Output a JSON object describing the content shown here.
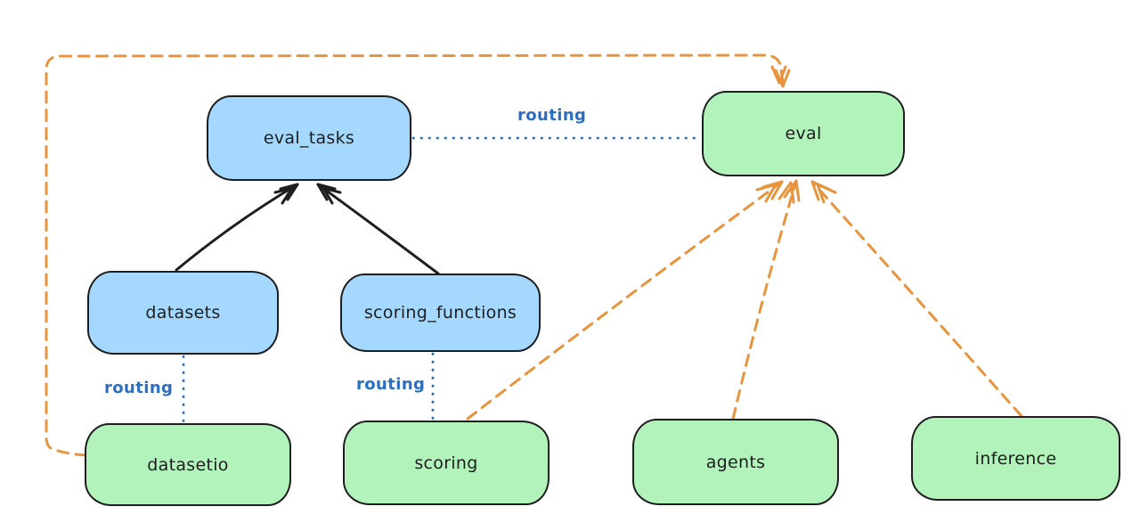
{
  "diagram": {
    "type": "architecture-diagram",
    "background": "#ffffff",
    "colors": {
      "blue_node_fill": "#a5d8ff",
      "green_node_fill": "#b2f2bb",
      "node_outline": "#1e1e1e",
      "routing_blue": "#2b6fc4",
      "arrow_orange": "#e8943d",
      "arrow_black": "#1e1e1e"
    },
    "nodes": {
      "eval_tasks": {
        "label": "eval_tasks",
        "fill": "#a5d8ff"
      },
      "eval": {
        "label": "eval",
        "fill": "#b2f2bb"
      },
      "datasets": {
        "label": "datasets",
        "fill": "#a5d8ff"
      },
      "scoring_functions": {
        "label": "scoring_functions",
        "fill": "#a5d8ff"
      },
      "datasetio": {
        "label": "datasetio",
        "fill": "#b2f2bb"
      },
      "scoring": {
        "label": "scoring",
        "fill": "#b2f2bb"
      },
      "agents": {
        "label": "agents",
        "fill": "#b2f2bb"
      },
      "inference": {
        "label": "inference",
        "fill": "#b2f2bb"
      }
    },
    "edges": {
      "eval_tasks_to_eval": {
        "from": "eval_tasks",
        "to": "eval",
        "style": "dotted",
        "color": "blue",
        "label": "routing"
      },
      "datasets_to_datasetio": {
        "from": "datasets",
        "to": "datasetio",
        "style": "dotted",
        "color": "blue",
        "label": "routing"
      },
      "scoring_functions_to_scoring": {
        "from": "scoring_functions",
        "to": "scoring",
        "style": "dotted",
        "color": "blue",
        "label": "routing"
      },
      "datasets_to_eval_tasks": {
        "from": "datasets",
        "to": "eval_tasks",
        "style": "solid-arrow",
        "color": "black"
      },
      "scoring_functions_to_eval_tasks": {
        "from": "scoring_functions",
        "to": "eval_tasks",
        "style": "solid-arrow",
        "color": "black"
      },
      "datasetio_to_eval": {
        "from": "datasetio",
        "to": "eval",
        "style": "dashed-arrow",
        "color": "orange"
      },
      "scoring_to_eval": {
        "from": "scoring",
        "to": "eval",
        "style": "dashed-arrow",
        "color": "orange"
      },
      "agents_to_eval": {
        "from": "agents",
        "to": "eval",
        "style": "dashed-arrow",
        "color": "orange"
      },
      "inference_to_eval": {
        "from": "inference",
        "to": "eval",
        "style": "dashed-arrow",
        "color": "orange"
      }
    }
  }
}
